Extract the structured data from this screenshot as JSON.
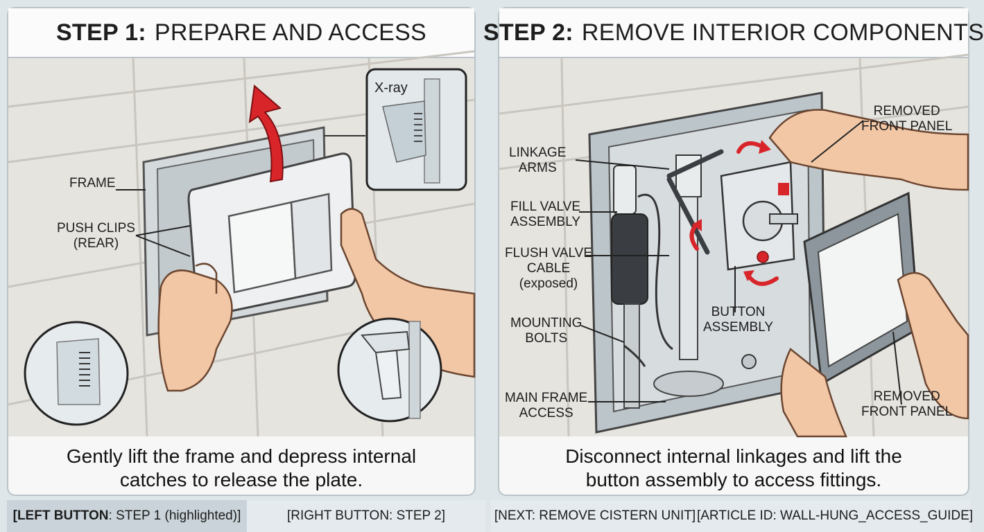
{
  "step1": {
    "title_bold": "STEP 1:",
    "title_rest": "PREPARE AND ACCESS",
    "inset_label": "X-ray",
    "labels": {
      "frame": "FRAME",
      "push_clips_1": "PUSH CLIPS",
      "push_clips_2": "(REAR)"
    },
    "caption_line1": "Gently lift the frame and depress internal",
    "caption_line2": "catches to release the plate."
  },
  "step2": {
    "title_bold": "STEP 2:",
    "title_rest": "REMOVE INTERIOR COMPONENTS",
    "labels": {
      "linkage_1": "LINKAGE",
      "linkage_2": "ARMS",
      "fill_1": "FILL VALVE",
      "fill_2": "ASSEMBLY",
      "flush_1": "FLUSH VALVE",
      "flush_2": "CABLE",
      "flush_3": "(exposed)",
      "mounting_1": "MOUNTING",
      "mounting_2": "BOLTS",
      "main_1": "MAIN FRAME",
      "main_2": "ACCESS",
      "button_1": "BUTTON",
      "button_2": "ASSEMBLY",
      "removed_top_1": "REMOVED",
      "removed_top_2": "FRONT PANEL",
      "removed_bot_1": "REMOVED",
      "removed_bot_2": "FRONT PANEL"
    },
    "caption_line1": "Disconnect internal linkages and lift the",
    "caption_line2": "button assembly to access fittings."
  },
  "footer": {
    "left_bold": "[LEFT BUTTON",
    "left_rest": ": STEP 1 (highlighted)]",
    "right": "[RIGHT BUTTON: STEP 2]",
    "next": "[NEXT: REMOVE CISTERN UNIT]",
    "article": "[ARTICLE ID: WALL-HUNG_ACCESS_GUIDE]"
  },
  "colors": {
    "arrow": "#d8252a",
    "plate": "#e9ecee",
    "skin": "#f2c7a5",
    "panel_border": "#b9c3c8",
    "highlight_footer": "#c9d3d9"
  }
}
